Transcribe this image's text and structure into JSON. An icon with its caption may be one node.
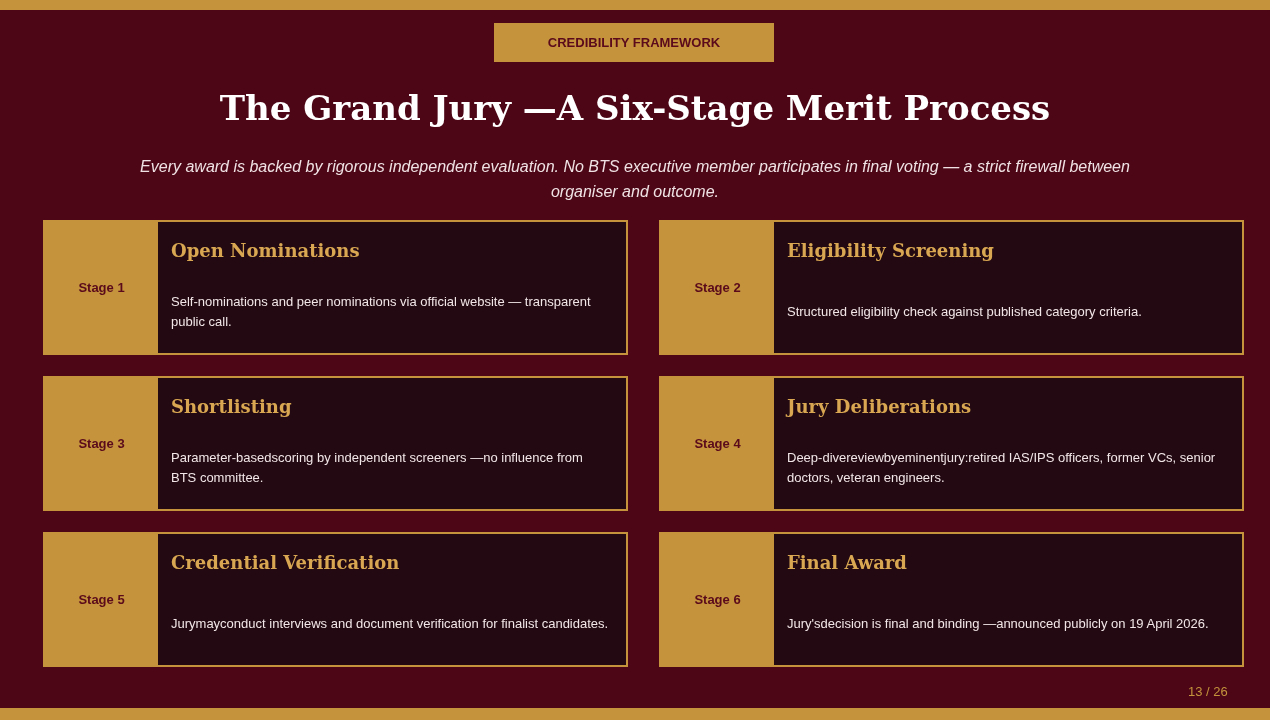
{
  "diagram": {
    "title": "The Grand Jury —A Six-Stage Merit Process",
    "nodes": [
      {
        "text": [
          "CREDIBILITY FRAMEWORK"
        ]
      },
      {
        "text": [
          "Open Nominations",
          "Self-nominations and peer nominations via official website — transparent public call."
        ]
      },
      {
        "text": [
          "Stage 1"
        ],
        "in": 1
      },
      {
        "text": [
          "Eligibility Screening",
          "Structured eligibility check against published category criteria."
        ]
      },
      {
        "text": [
          "Stage 2"
        ],
        "in": 3
      },
      {
        "text": [
          "Shortlisting",
          "Parameter-basedscoring by independent screeners —no influence from BTS committee."
        ]
      },
      {
        "text": [
          "Stage 3"
        ],
        "in": 5
      },
      {
        "text": [
          "Jury Deliberations",
          "Deep-divereviewbyeminentjury:retired IAS/IPS officers, former VCs, senior doctors, veteran engineers."
        ]
      },
      {
        "text": [
          "Stage 4"
        ],
        "in": 7
      },
      {
        "text": [
          "Credential Verification",
          "Jurymayconduct interviews and document verification for finalist candidates."
        ]
      },
      {
        "text": [
          "Stage 5"
        ],
        "in": 9
      },
      {
        "text": [
          "Final Award",
          "Jury'sdecision is final and binding —announced publicly on 19 April 2026."
        ]
      },
      {
        "text": [
          "Stage 6"
        ],
        "in": 11
      }
    ],
    "labels": [
      "Every award is backed by rigorous independent evaluation. No BTS executive member participates in final voting — a strict firewall between organiser and outcome.",
      "13 / 26"
    ]
  }
}
